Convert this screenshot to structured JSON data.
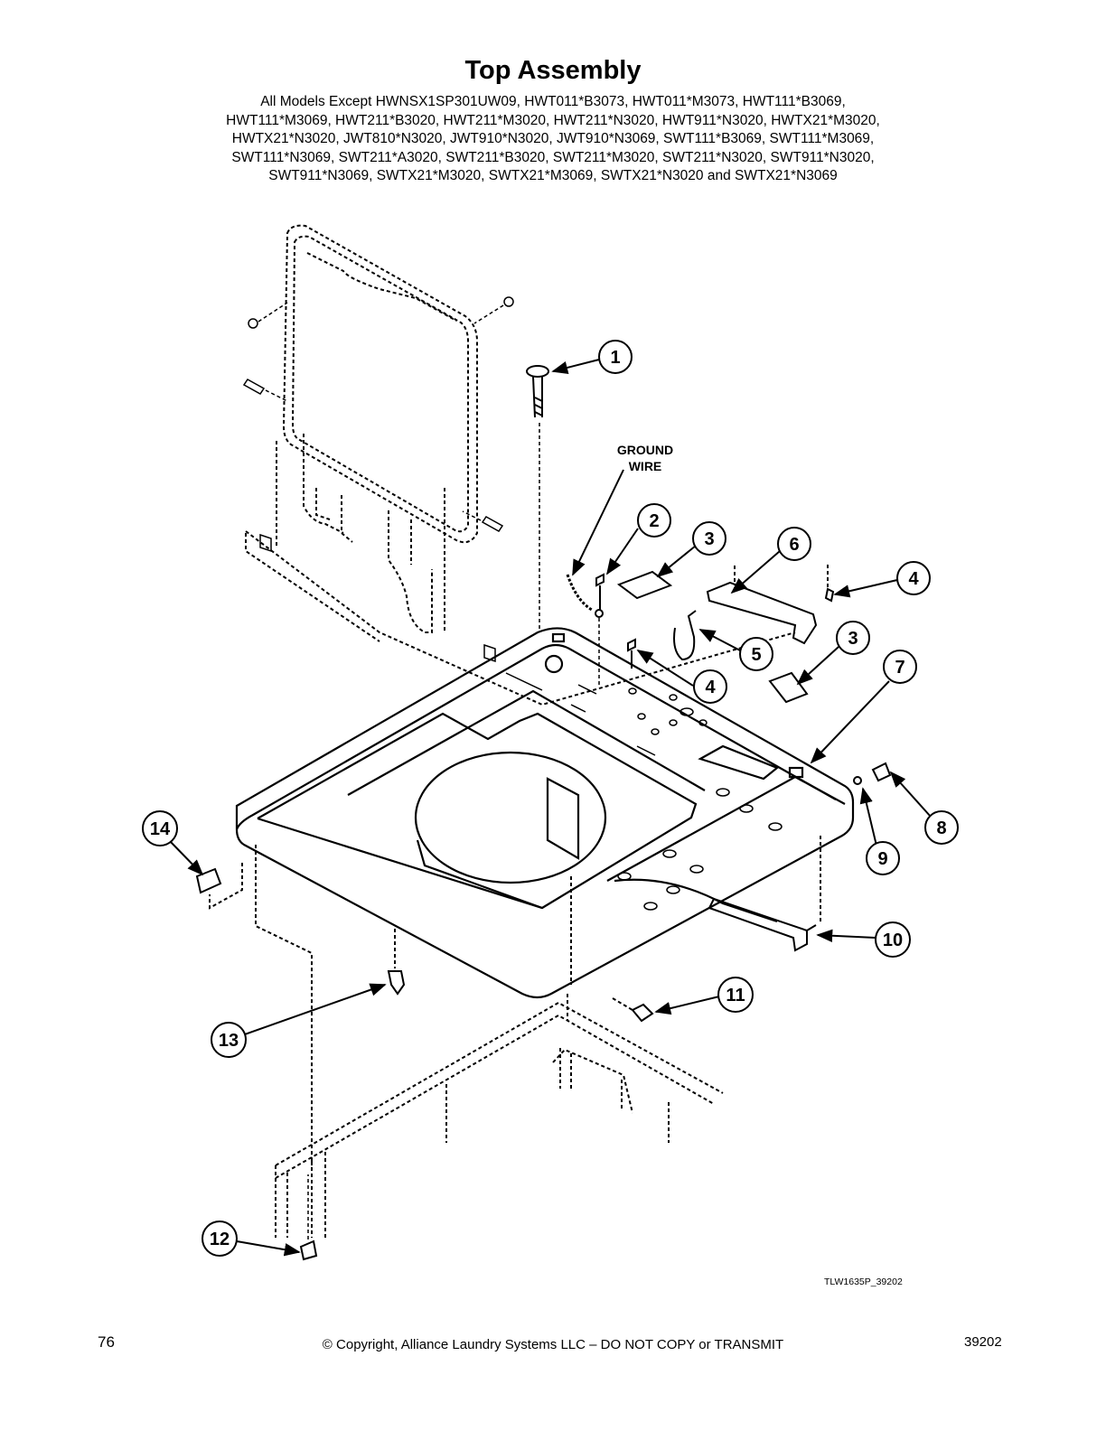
{
  "header": {
    "title": "Top Assembly",
    "model_lines": [
      "All Models Except HWNSX1SP301UW09, HWT011*B3073, HWT011*M3073, HWT111*B3069,",
      "HWT111*M3069, HWT211*B3020, HWT211*M3020, HWT211*N3020, HWT911*N3020, HWTX21*M3020,",
      "HWTX21*N3020, JWT810*N3020, JWT910*N3020, JWT910*N3069, SWT111*B3069, SWT111*M3069,",
      "SWT111*N3069, SWT211*A3020, SWT211*B3020, SWT211*M3020, SWT211*N3020, SWT911*N3020,",
      "SWT911*N3069, SWTX21*M3020, SWTX21*M3069, SWTX21*N3020 and SWTX21*N3069"
    ]
  },
  "diagram": {
    "ground_wire_label": [
      "GROUND",
      "WIRE"
    ],
    "callouts": [
      "1",
      "2",
      "3",
      "6",
      "4",
      "5",
      "3",
      "7",
      "4",
      "8",
      "9",
      "14",
      "10",
      "11",
      "13",
      "12"
    ],
    "figure_code": "TLW1635P_39202"
  },
  "footer": {
    "page_number": "76",
    "copyright": "© Copyright, Alliance Laundry Systems LLC – DO NOT COPY or TRANSMIT",
    "doc_number": "39202"
  }
}
